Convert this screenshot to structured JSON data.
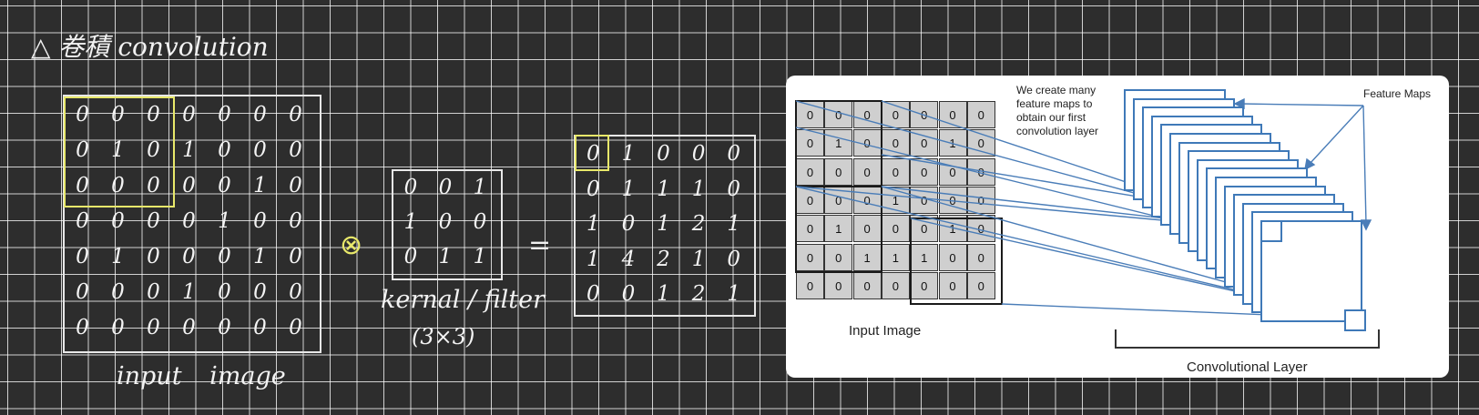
{
  "title": "△ 卷積 convolution",
  "input": {
    "label": "input image",
    "rows": [
      [
        "0",
        "0",
        "0",
        "0",
        "0",
        "0",
        "0"
      ],
      [
        "0",
        "1",
        "0",
        "1",
        "0",
        "0",
        "0"
      ],
      [
        "0",
        "0",
        "0",
        "0",
        "0",
        "1",
        "0"
      ],
      [
        "0",
        "0",
        "0",
        "0",
        "1",
        "0",
        "0"
      ],
      [
        "0",
        "1",
        "0",
        "0",
        "0",
        "1",
        "0"
      ],
      [
        "0",
        "0",
        "0",
        "1",
        "0",
        "0",
        "0"
      ],
      [
        "0",
        "0",
        "0",
        "0",
        "0",
        "0",
        "0"
      ]
    ]
  },
  "operator": "⊗",
  "kernel": {
    "label": "kernal / filter",
    "size": "(3×3)",
    "rows": [
      [
        "0",
        "0",
        "1"
      ],
      [
        "1",
        "0",
        "0"
      ],
      [
        "0",
        "1",
        "1"
      ]
    ]
  },
  "equals": "=",
  "output": {
    "rows": [
      [
        "0",
        "1",
        "0",
        "0",
        "0"
      ],
      [
        "0",
        "1",
        "1",
        "1",
        "0"
      ],
      [
        "1",
        "0",
        "1",
        "2",
        "1"
      ],
      [
        "1",
        "4",
        "2",
        "1",
        "0"
      ],
      [
        "0",
        "0",
        "1",
        "2",
        "1"
      ]
    ]
  },
  "figure": {
    "grid": [
      [
        "0",
        "0",
        "0",
        "0",
        "0",
        "0",
        "0"
      ],
      [
        "0",
        "1",
        "0",
        "0",
        "0",
        "1",
        "0"
      ],
      [
        "0",
        "0",
        "0",
        "0",
        "0",
        "0",
        "0"
      ],
      [
        "0",
        "0",
        "0",
        "1",
        "0",
        "0",
        "0"
      ],
      [
        "0",
        "1",
        "0",
        "0",
        "0",
        "1",
        "0"
      ],
      [
        "0",
        "0",
        "1",
        "1",
        "1",
        "0",
        "0"
      ],
      [
        "0",
        "0",
        "0",
        "0",
        "0",
        "0",
        "0"
      ]
    ],
    "input_label": "Input Image",
    "note": "We create many feature maps to obtain our first convolution layer",
    "feature_maps_label": "Feature Maps",
    "layer_label": "Convolutional Layer"
  },
  "colors": {
    "board": "#2d2d2d",
    "chalk": "#f2f2f2",
    "highlight": "#e8e86a",
    "diagram_blue": "#3f79b8"
  }
}
